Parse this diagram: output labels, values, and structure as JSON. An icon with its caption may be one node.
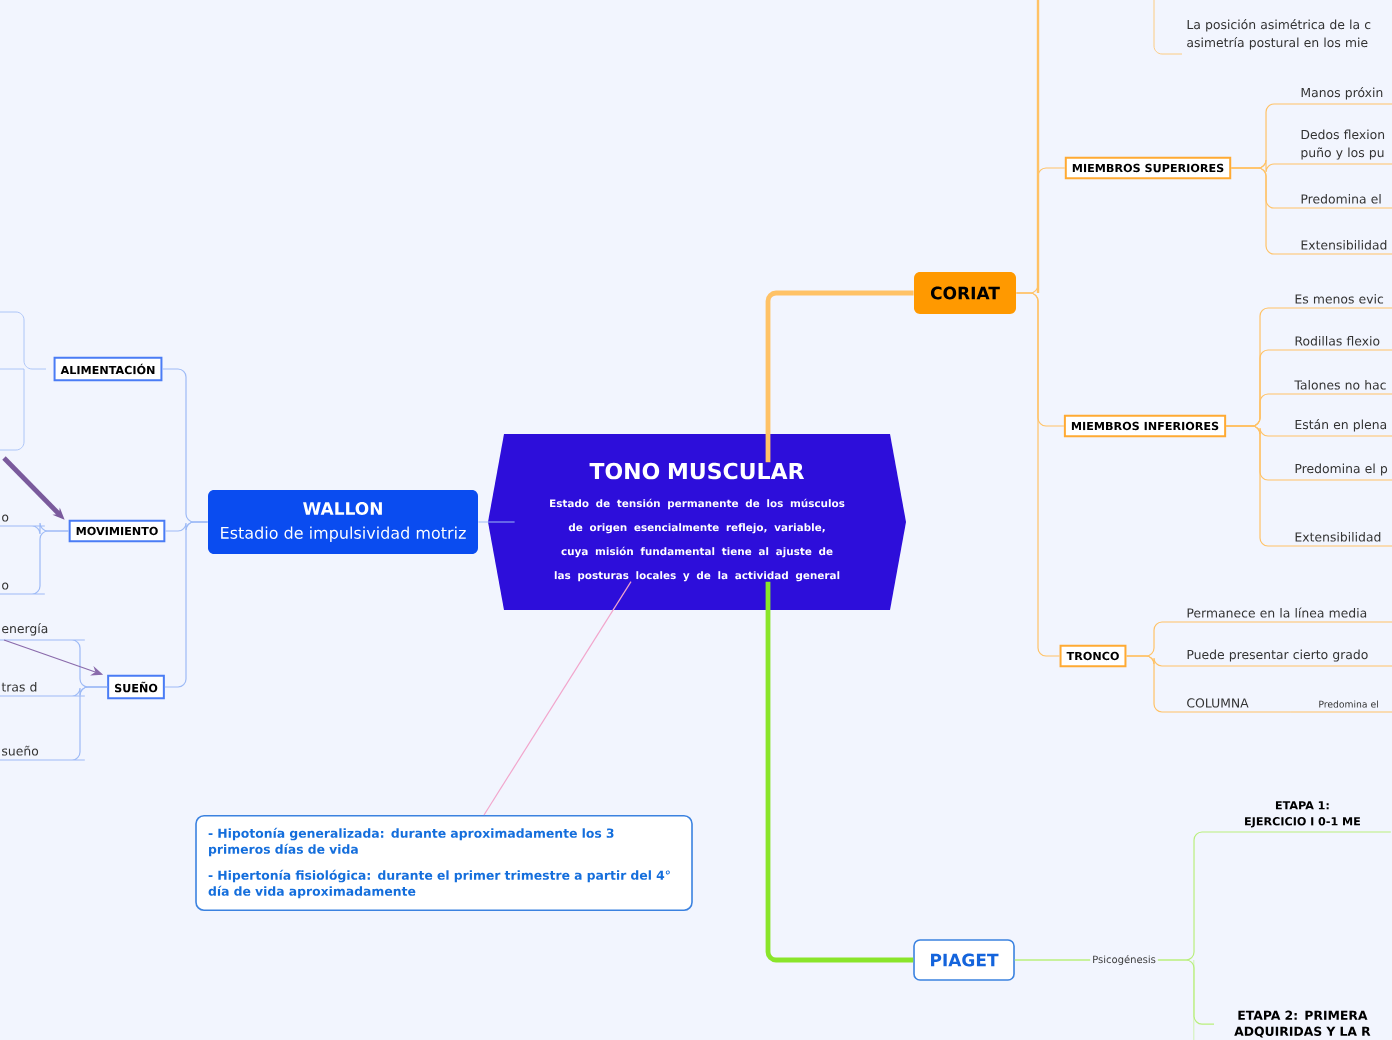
{
  "diagram": {
    "nodes": [
      {
        "text": [
          "TONO MUSCULAR",
          "Estado de tensión permanente de los músculos de origen esencialmente reflejo, variable, cuya misión fundamental tiene al ajuste de las posturas locales y de la actividad general"
        ]
      },
      {
        "text": [
          "WALLON",
          "Estadio de impulsividad motriz"
        ]
      },
      {
        "text": [
          "ALIMENTACIÓN"
        ]
      },
      {
        "text": [
          "MOVIMIENTO"
        ]
      },
      {
        "text": [
          "SUEÑO"
        ]
      },
      {
        "text": [
          "o"
        ]
      },
      {
        "text": [
          "o"
        ]
      },
      {
        "text": [
          "energía"
        ]
      },
      {
        "text": [
          "tras d"
        ]
      },
      {
        "text": [
          "sueño"
        ]
      },
      {
        "text": [
          "CORIAT"
        ]
      },
      {
        "text": [
          "La posición asimétrica de la c asimetría postural en los mie"
        ]
      },
      {
        "text": [
          "MIEMBROS SUPERIORES"
        ]
      },
      {
        "text": [
          "Manos próxin"
        ]
      },
      {
        "text": [
          "Dedos flexion puño y los pu"
        ]
      },
      {
        "text": [
          "Predomina el"
        ]
      },
      {
        "text": [
          "Extensibilidad"
        ]
      },
      {
        "text": [
          "MIEMBROS INFERIORES"
        ]
      },
      {
        "text": [
          "Es menos evic"
        ]
      },
      {
        "text": [
          "Rodillas flexio"
        ]
      },
      {
        "text": [
          "Talones no hac"
        ]
      },
      {
        "text": [
          "Están en plena"
        ]
      },
      {
        "text": [
          "Predomina el p"
        ]
      },
      {
        "text": [
          "Extensibilidad"
        ]
      },
      {
        "text": [
          "TRONCO"
        ]
      },
      {
        "text": [
          "Permanece en la línea media"
        ]
      },
      {
        "text": [
          "Puede presentar cierto grado"
        ]
      },
      {
        "text": [
          "COLUMNA"
        ]
      },
      {
        "text": [
          "Predomina el"
        ]
      },
      {
        "text": [
          "PIAGET"
        ]
      },
      {
        "text": [
          "ETAPA 1: EJERCICIO I 0-1 ME"
        ]
      },
      {
        "text": [
          "ETAPA 2: PRIMERA ADQUIRIDAS Y LA R"
        ]
      },
      {
        "text": [
          "- Hipotonía generalizada: durante aproximadamente los 3 primeros días de vida",
          "- Hipertonía fisiológica: durante el primer trimestre a partir del 4° día de vida aproximadamente"
        ]
      }
    ],
    "edges": [
      {
        "from": 0,
        "to": 1,
        "arrow": "none",
        "color": "#9dbaf6"
      },
      {
        "from": 1,
        "to": 2,
        "arrow": "none",
        "color": "#9dbaf6"
      },
      {
        "from": 1,
        "to": 3,
        "arrow": "none",
        "color": "#9dbaf6"
      },
      {
        "from": 1,
        "to": 4,
        "arrow": "none",
        "color": "#9dbaf6"
      },
      {
        "from": 3,
        "to": 5,
        "arrow": "none",
        "color": "#9dbaf6"
      },
      {
        "from": 3,
        "to": 6,
        "arrow": "none",
        "color": "#9dbaf6"
      },
      {
        "from": 4,
        "to": 7,
        "arrow": "none",
        "color": "#9dbaf6"
      },
      {
        "from": 4,
        "to": 8,
        "arrow": "none",
        "color": "#9dbaf6"
      },
      {
        "from": 4,
        "to": 9,
        "arrow": "none",
        "color": "#9dbaf6"
      },
      {
        "from": null,
        "to": 3,
        "arrow": "to",
        "style": "thick",
        "color": "#7a5a9c"
      },
      {
        "from": 7,
        "to": 4,
        "arrow": "to",
        "color": "#8a6aab"
      },
      {
        "from": 0,
        "to": 10,
        "arrow": "none",
        "style": "thick"
      },
      {
        "from": 10,
        "to": 12,
        "arrow": "none"
      },
      {
        "from": 10,
        "to": 17,
        "arrow": "none"
      },
      {
        "from": 10,
        "to": 24,
        "arrow": "none"
      },
      {
        "from": 12,
        "to": 13,
        "arrow": "none"
      },
      {
        "from": 12,
        "to": 14,
        "arrow": "none"
      },
      {
        "from": 12,
        "to": 15,
        "arrow": "none"
      },
      {
        "from": 12,
        "to": 16,
        "arrow": "none"
      },
      {
        "from": 17,
        "to": 18,
        "arrow": "none"
      },
      {
        "from": 17,
        "to": 19,
        "arrow": "none"
      },
      {
        "from": 17,
        "to": 20,
        "arrow": "none"
      },
      {
        "from": 17,
        "to": 21,
        "arrow": "none"
      },
      {
        "from": 17,
        "to": 22,
        "arrow": "none"
      },
      {
        "from": 17,
        "to": 23,
        "arrow": "none"
      },
      {
        "from": 24,
        "to": 25,
        "arrow": "none"
      },
      {
        "from": 24,
        "to": 26,
        "arrow": "none"
      },
      {
        "from": 24,
        "to": 27,
        "arrow": "none"
      },
      {
        "from": 27,
        "to": 28,
        "arrow": "none"
      },
      {
        "from": 0,
        "to": 29,
        "arrow": "none",
        "style": "thick",
        "color": "#8ae52a"
      },
      {
        "from": 29,
        "to": 30,
        "arrow": "none",
        "label": "Psicogénesis",
        "color": "#b9ef7c"
      },
      {
        "from": 29,
        "to": 31,
        "arrow": "none",
        "color": "#b9ef7c"
      },
      {
        "from": 0,
        "to": 32,
        "arrow": "none",
        "color": "#f2a6cc"
      }
    ]
  }
}
